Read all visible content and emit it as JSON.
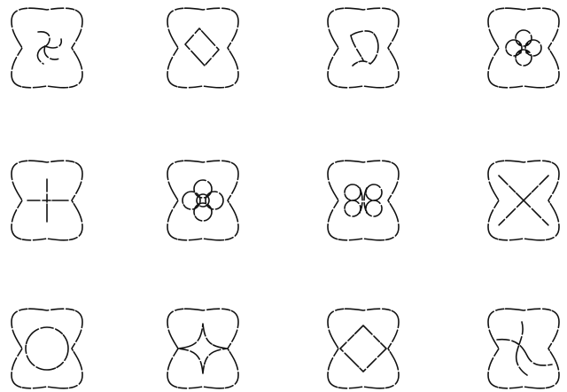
{
  "grid": {
    "rows": 3,
    "columns": 4,
    "stroke_color": "#111111",
    "background_color": "#ffffff"
  },
  "figures": [
    {
      "motif": "pinwheel-spiral"
    },
    {
      "motif": "tilted-square"
    },
    {
      "motif": "curved-wedge"
    },
    {
      "motif": "four-lobed-flower-with-dots"
    },
    {
      "motif": "cross-lines"
    },
    {
      "motif": "four-circle-flower"
    },
    {
      "motif": "double-clover"
    },
    {
      "motif": "x-diagonals"
    },
    {
      "motif": "circle"
    },
    {
      "motif": "four-point-star"
    },
    {
      "motif": "diamond"
    },
    {
      "motif": "crossing-curves"
    }
  ]
}
